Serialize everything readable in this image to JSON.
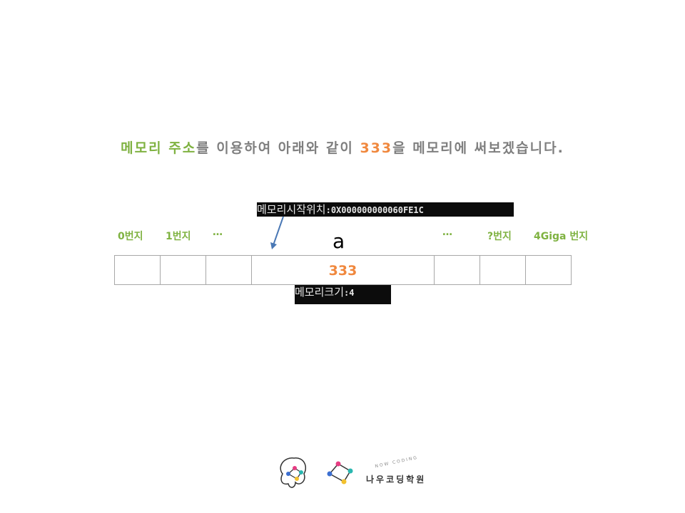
{
  "headline": {
    "part1": "메모리 주소",
    "part2": "를 이용하여 아래와 같이 ",
    "part3": "333",
    "part4": "을 메모리에 써보겠습니다."
  },
  "console_top": {
    "korean": "메모리시작위치",
    "value": ":0X000000000060FE1C"
  },
  "console_bottom": {
    "korean": "메모리크기",
    "value": ":4"
  },
  "address_labels": [
    "0번지",
    "1번지",
    "…",
    "…",
    "?번지",
    "4Giga 번지"
  ],
  "variable_name": "a",
  "cell_value": "333",
  "academy": {
    "name": "나우코딩학원",
    "sub": "NOW CODING"
  },
  "colors": {
    "green": "#7fb241",
    "orange": "#f0883e",
    "gray": "#7f7f7f",
    "arrow": "#4a78b5"
  }
}
